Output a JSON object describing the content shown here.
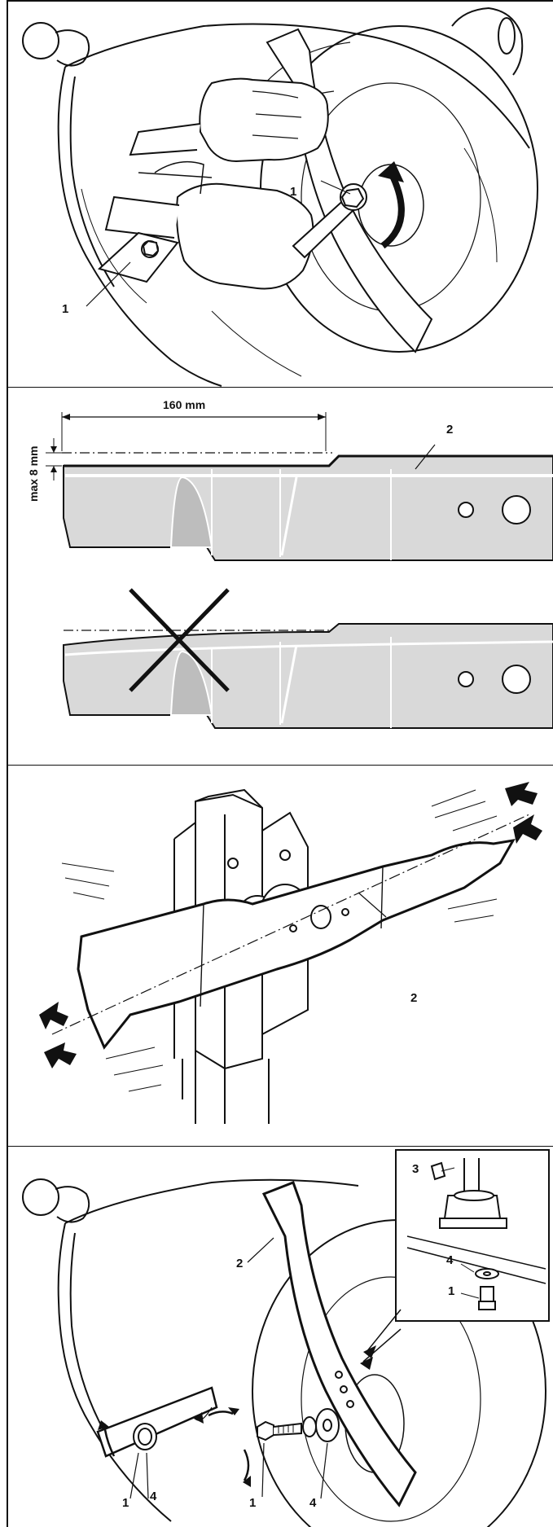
{
  "panels": [
    {
      "id": "loosen-blade",
      "callouts": [
        "1",
        "1"
      ]
    },
    {
      "id": "blade-wear",
      "dimension_length": "160 mm",
      "dimension_depth": "max 8 mm",
      "callouts": [
        "2"
      ]
    },
    {
      "id": "blade-balance",
      "callouts": [
        "2"
      ]
    },
    {
      "id": "blade-mount",
      "callouts": [
        "2",
        "1",
        "4",
        "1",
        "4",
        "3",
        "4",
        "1"
      ]
    }
  ],
  "colors": {
    "line": "#111111",
    "blade_fill": "#d9d9d9",
    "background": "#ffffff"
  }
}
